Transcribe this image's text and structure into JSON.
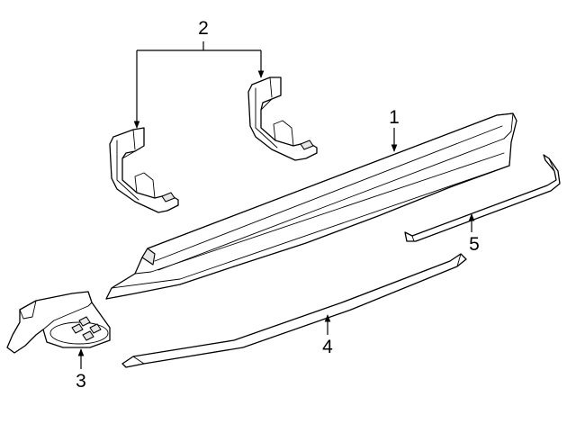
{
  "diagram": {
    "callouts": {
      "running_board": "1",
      "mounting_bracket": "2",
      "end_cap": "3",
      "lower_molding": "4",
      "rear_molding": "5"
    },
    "colors": {
      "line": "#000000",
      "fill": "#ffffff",
      "shade": "#e6e6e6"
    }
  }
}
